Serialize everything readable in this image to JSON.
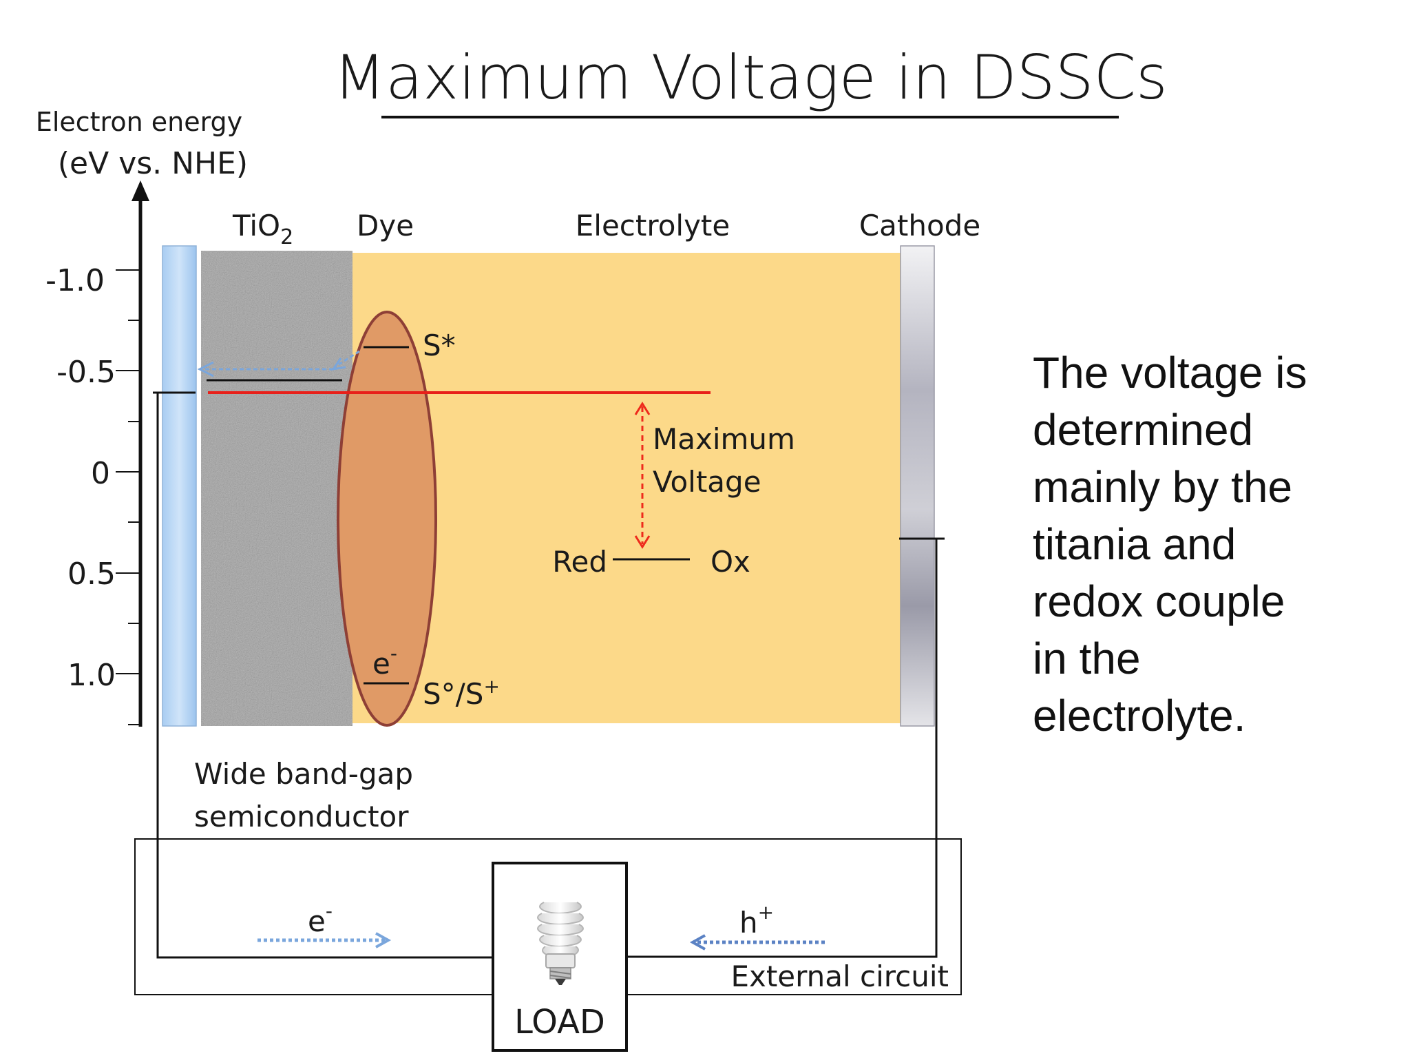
{
  "slide": {
    "title": "Maximum Voltage in DSSCs",
    "axis": {
      "label_line1": "Electron energy",
      "label_line2": "(eV vs. NHE)",
      "ticks": [
        "-1.0",
        "-0.5",
        "0",
        "0.5",
        "1.0"
      ]
    },
    "regions": {
      "tio2_main": "TiO",
      "tio2_sub": "2",
      "dye": "Dye",
      "electrolyte": "Electrolyte",
      "cathode": "Cathode"
    },
    "levels": {
      "s_star": "S*",
      "s_ground": "S°/S",
      "s_ground_sup": "+",
      "e_dye": "e",
      "e_dye_sup": "-",
      "red": "Red",
      "ox": "Ox",
      "max_voltage_line1": "Maximum",
      "max_voltage_line2": "Voltage"
    },
    "semiconductor_line1": "Wide band-gap",
    "semiconductor_line2": "semiconductor",
    "circuit": {
      "e_label": "e",
      "e_sup": "-",
      "h_label": "h",
      "h_sup": "+",
      "external": "External circuit",
      "load": "LOAD"
    },
    "side_text": [
      "The voltage is",
      "determined",
      "mainly by the",
      "titania and",
      "redox couple",
      "in the",
      "electrolyte."
    ],
    "colors": {
      "electrolyte": "#fcd989",
      "dye": "#e09a66",
      "dye_outline": "#8e3f36",
      "tio2": "#9e9e9e",
      "fermi_line": "#e8201a",
      "max_voltage_arrow": "#ee2a1c",
      "electron_arrow": "#7aa6dc",
      "hole_arrow": "#5b82c4"
    }
  }
}
